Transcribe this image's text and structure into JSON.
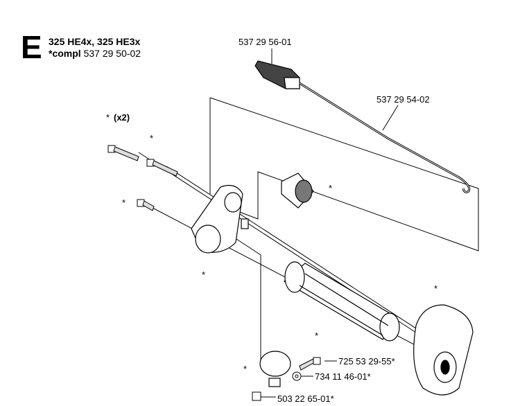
{
  "header": {
    "section_letter": "E",
    "models": "325 HE4x, 325 HE3x",
    "compl_prefix": "*compl",
    "compl_number": "537 29 50-02"
  },
  "part_numbers": {
    "grip_top": "537 29 56-01",
    "throttle_cable": "537 29 54-02",
    "screw": "725 53 29-55*",
    "washer": "734 11 46-01*",
    "nut": "503 22 65-01*"
  },
  "markers": {
    "star": "*",
    "x2_label": "(x2)"
  }
}
